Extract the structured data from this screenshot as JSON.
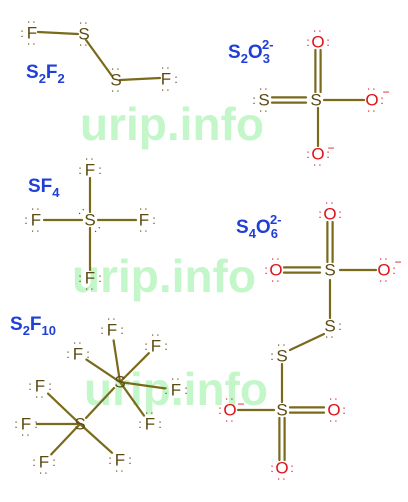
{
  "colors": {
    "formula": "#1f3fd6",
    "fluorine": "#5b4a12",
    "sulfur": "#5b4a12",
    "oxygen": "#e0141c",
    "bond": "#7a6a1c",
    "watermark": "#9cf2a6"
  },
  "watermark": "urip.info",
  "labels": {
    "s2f2": {
      "base1": "S",
      "sub1": "2",
      "base2": "F",
      "sub2": "2"
    },
    "s2o3": {
      "base1": "S",
      "sub1": "2",
      "base2": "O",
      "sub2": "3",
      "sup": "2-"
    },
    "sf4": {
      "base1": "SF",
      "sub1": "4"
    },
    "s4o6": {
      "base1": "S",
      "sub1": "4",
      "base2": "O",
      "sub2": "6",
      "sup": "2-"
    },
    "s2f10": {
      "base1": "S",
      "sub1": "2",
      "base2": "F",
      "sub2": "10"
    }
  },
  "atom_symbols": {
    "F": "F",
    "S": "S",
    "O": "O"
  },
  "lone_pair_glyph": ":",
  "charge_minus": "−"
}
